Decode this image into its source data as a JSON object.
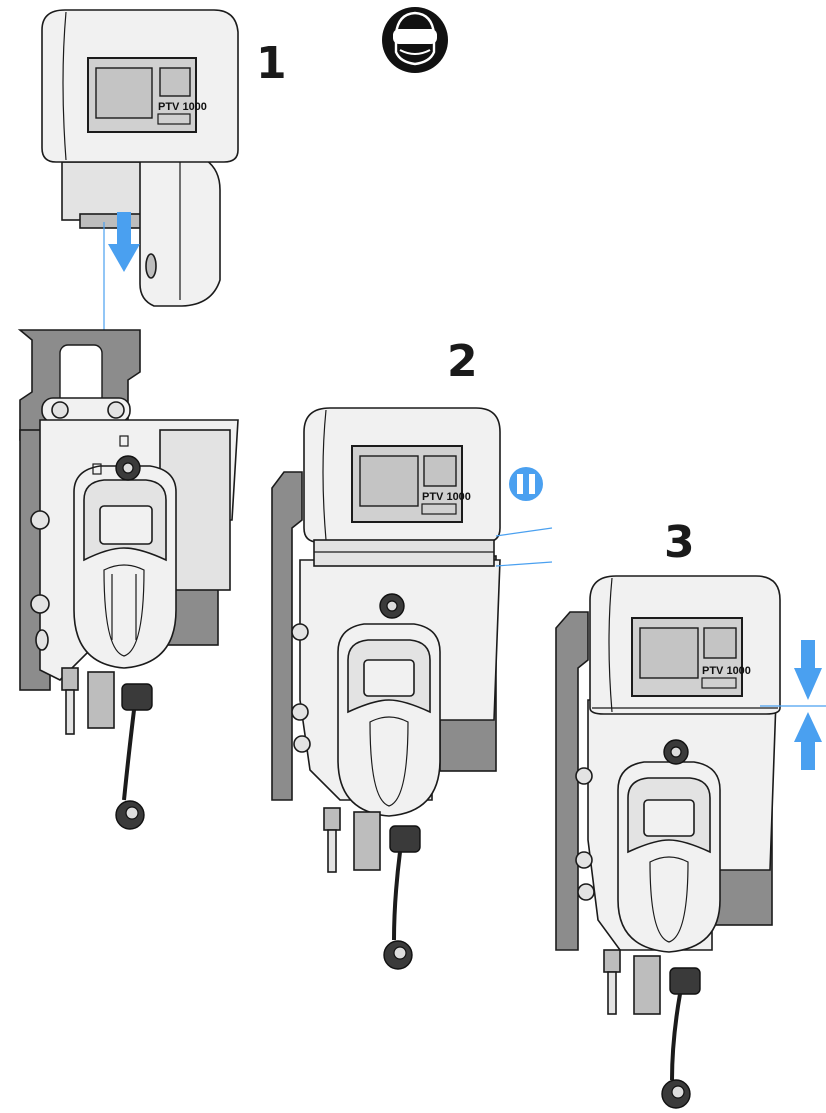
{
  "steps": [
    {
      "label": "1"
    },
    {
      "label": "2"
    },
    {
      "label": "3"
    }
  ],
  "device_model_label": "PTV 1000",
  "pause_symbol": "II",
  "safety_icon": "safety-goggles-icon",
  "colors": {
    "accent_blue": "#4aa0f0",
    "device_body": "#e3e3e3",
    "mounting_plate": "#8c8c8c",
    "outline": "#1b1b1b"
  }
}
